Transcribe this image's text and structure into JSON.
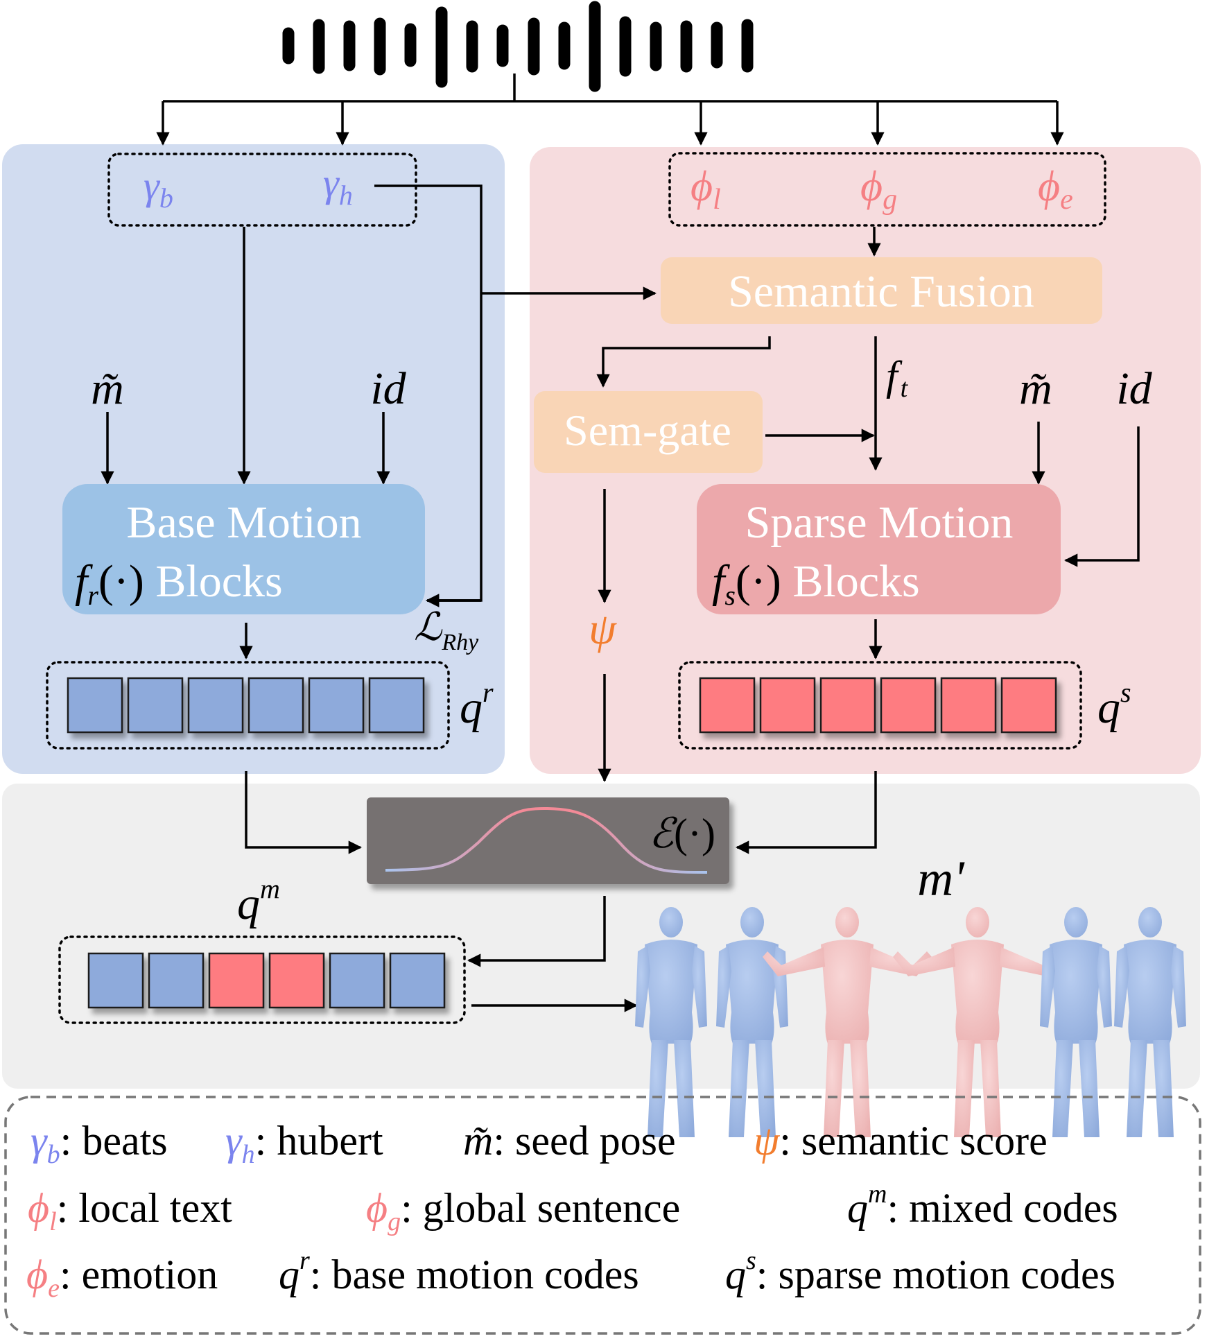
{
  "diagram": {
    "audio": {
      "icon": "audio-waveform-icon"
    },
    "rhythm_inputs": {
      "beats_symbol": "γ",
      "beats_sub": "b",
      "hubert_symbol": "γ",
      "hubert_sub": "h"
    },
    "semantic_inputs": {
      "local_symbol": "ϕ",
      "local_sub": "l",
      "global_symbol": "ϕ",
      "global_sub": "g",
      "emotion_symbol": "ϕ",
      "emotion_sub": "e"
    },
    "semantic_fusion": {
      "label": "Semantic Fusion"
    },
    "ft": {
      "symbol": "f",
      "sub": "t"
    },
    "sem_gate": {
      "label": "Sem-gate"
    },
    "psi": {
      "symbol": "ψ"
    },
    "seed_left": "m̃",
    "id_left": "id",
    "seed_right": "m̃",
    "id_right": "id",
    "base_block": {
      "line1": "Base Motion",
      "func": "f",
      "sub": "r",
      "dot": "(·)",
      "suffix": "Blocks"
    },
    "sparse_block": {
      "line1": "Sparse Motion",
      "func": "f",
      "sub": "s",
      "dot": "(·)",
      "suffix": "Blocks"
    },
    "loss": {
      "symbol": "ℒ",
      "sub": "Rhy"
    },
    "qr": {
      "symbol": "q",
      "sup": "r"
    },
    "qs": {
      "symbol": "q",
      "sup": "s"
    },
    "qm": {
      "symbol": "q",
      "sup": "m"
    },
    "mprime": "m'",
    "exchange": {
      "symbol": "ℰ",
      "arg": "(·)"
    },
    "mixed_codes": [
      "base",
      "base",
      "sparse",
      "sparse",
      "base",
      "base"
    ],
    "output_poses": [
      "blue",
      "blue",
      "pink",
      "pink",
      "blue",
      "blue"
    ]
  },
  "legend": {
    "row1": [
      {
        "sym": "γ",
        "sub": "b",
        "text": ": beats",
        "color": "blue"
      },
      {
        "sym": "γ",
        "sub": "h",
        "text": ": hubert",
        "color": "blue"
      },
      {
        "sym": "m̃",
        "sub": "",
        "text": ": seed pose",
        "color": "black"
      },
      {
        "sym": "ψ",
        "sub": "",
        "text": ": semantic score",
        "color": "orange"
      }
    ],
    "row2": [
      {
        "sym": "ϕ",
        "sub": "l",
        "text": ": local text",
        "color": "pink"
      },
      {
        "sym": "ϕ",
        "sub": "g",
        "text": ": global sentence",
        "color": "pink"
      },
      {
        "sym": "q",
        "sup": "m",
        "text": ": mixed codes",
        "color": "black"
      }
    ],
    "row3": [
      {
        "sym": "ϕ",
        "sub": "e",
        "text": ": emotion",
        "color": "pink"
      },
      {
        "sym": "q",
        "sup": "r",
        "text": ": base motion codes",
        "color": "black"
      },
      {
        "sym": "q",
        "sup": "s",
        "text": ": sparse motion codes",
        "color": "black"
      }
    ]
  },
  "colors": {
    "blue_panel": "#d1dcf0",
    "pink_panel": "#f6dcde",
    "grey_panel": "#efefef",
    "base_block": "#9cc2e6",
    "sparse_block": "#eca8ab",
    "fusion_box": "#f9d5b6",
    "code_blue": "#8eaadb",
    "code_red": "#fe7c81",
    "exchange_box": "#767171",
    "text_blue": "#7b84ee",
    "text_pink": "#f57f83",
    "text_orange": "#f27d2e"
  }
}
